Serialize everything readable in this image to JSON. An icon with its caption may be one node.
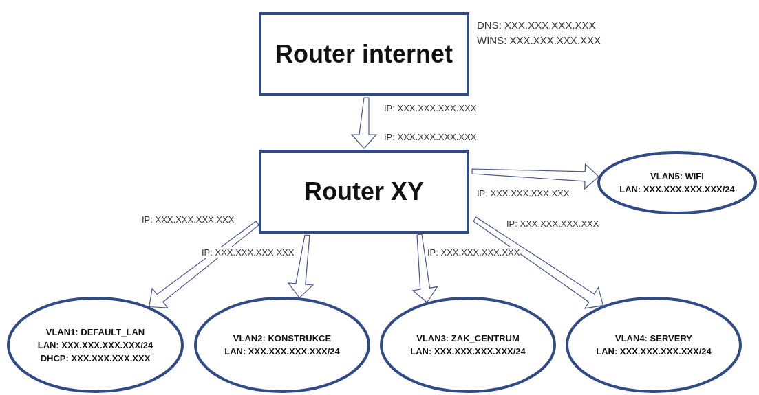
{
  "diagram": {
    "nodes": [
      {
        "text": [
          "Router internet"
        ],
        "beside": [
          "DNS: XXX.XXX.XXX.XXX",
          "WINS: XXX.XXX.XXX.XXX"
        ]
      },
      {
        "text": [
          "Router XY"
        ]
      },
      {
        "text": [
          "VLAN5: WiFi",
          "LAN: XXX.XXX.XXX.XXX/24"
        ]
      },
      {
        "text": [
          "VLAN1: DEFAULT_LAN",
          "LAN: XXX.XXX.XXX.XXX/24",
          "DHCP: XXX.XXX.XXX.XXX"
        ]
      },
      {
        "text": [
          "VLAN2: KONSTRUKCE",
          "LAN: XXX.XXX.XXX.XXX/24"
        ]
      },
      {
        "text": [
          "VLAN3: ZAK_CENTRUM",
          "LAN: XXX.XXX.XXX.XXX/24"
        ]
      },
      {
        "text": [
          "VLAN4: SERVERY",
          "LAN: XXX.XXX.XXX.XXX/24"
        ]
      }
    ],
    "edges": [
      {
        "from": 0,
        "to": 1,
        "arrow": "to",
        "label": "IP: XXX.XXX.XXX.XXX"
      },
      {
        "from": 1,
        "to": 2,
        "arrow": "to",
        "label": "IP: XXX.XXX.XXX.XXX"
      },
      {
        "from": 1,
        "to": 3,
        "arrow": "to",
        "label": "IP: XXX.XXX.XXX.XXX"
      },
      {
        "from": 1,
        "to": 4,
        "arrow": "to",
        "label": "IP: XXX.XXX.XXX.XXX"
      },
      {
        "from": 1,
        "to": 5,
        "arrow": "to",
        "label": "IP: XXX.XXX.XXX.XXX"
      },
      {
        "from": 1,
        "to": 6,
        "arrow": "to",
        "label": "IP: XXX.XXX.XXX.XXX"
      }
    ],
    "labels": [
      "IP: XXX.XXX.XXX.XXX"
    ]
  }
}
